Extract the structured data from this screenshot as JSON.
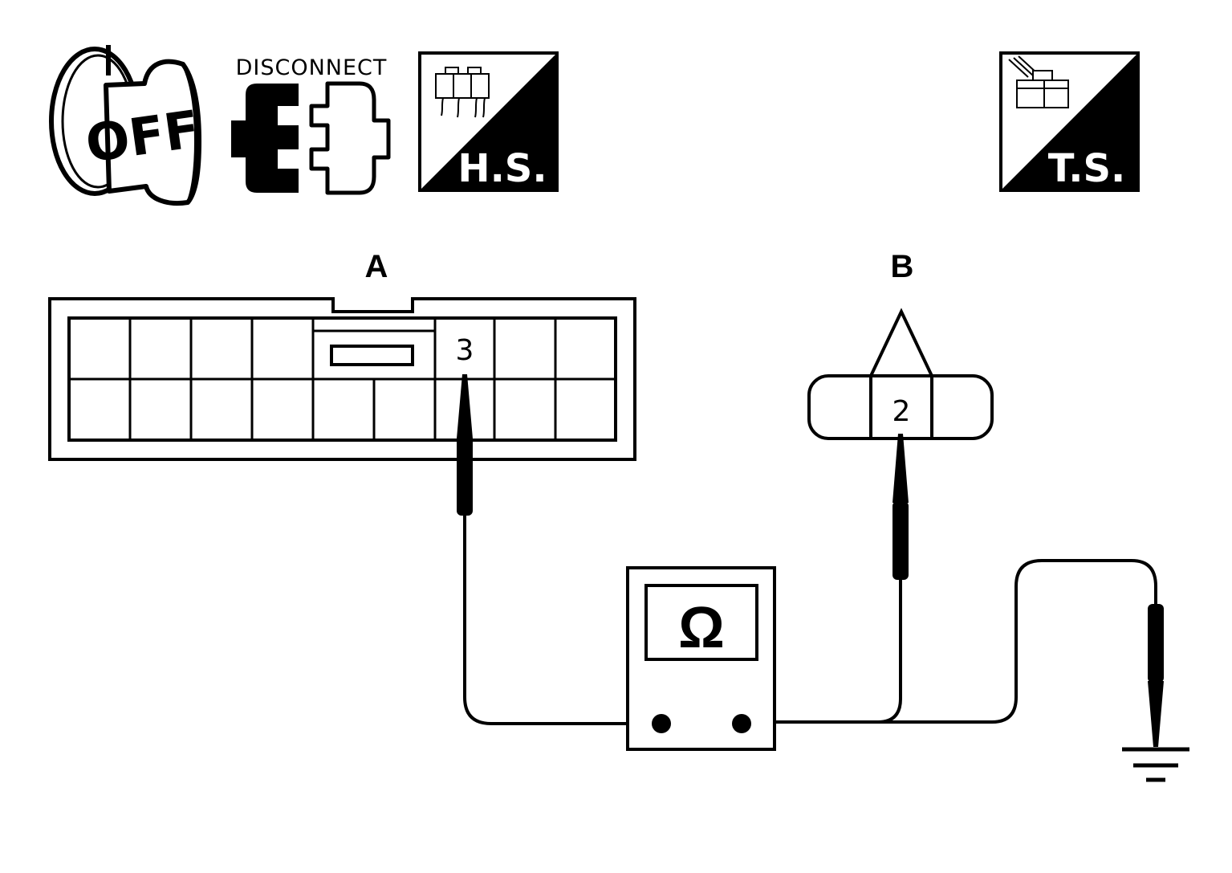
{
  "icons": {
    "key_label": "OFF",
    "disconnect_label": "DISCONNECT",
    "harness_side_label": "H.S.",
    "terminal_side_label": "T.S."
  },
  "connectors": {
    "a": {
      "label": "A",
      "terminal": "3"
    },
    "b": {
      "label": "B",
      "terminal": "2"
    }
  },
  "meter": {
    "symbol": "Ω"
  },
  "colors": {
    "ink": "#000000",
    "paper": "#ffffff"
  }
}
